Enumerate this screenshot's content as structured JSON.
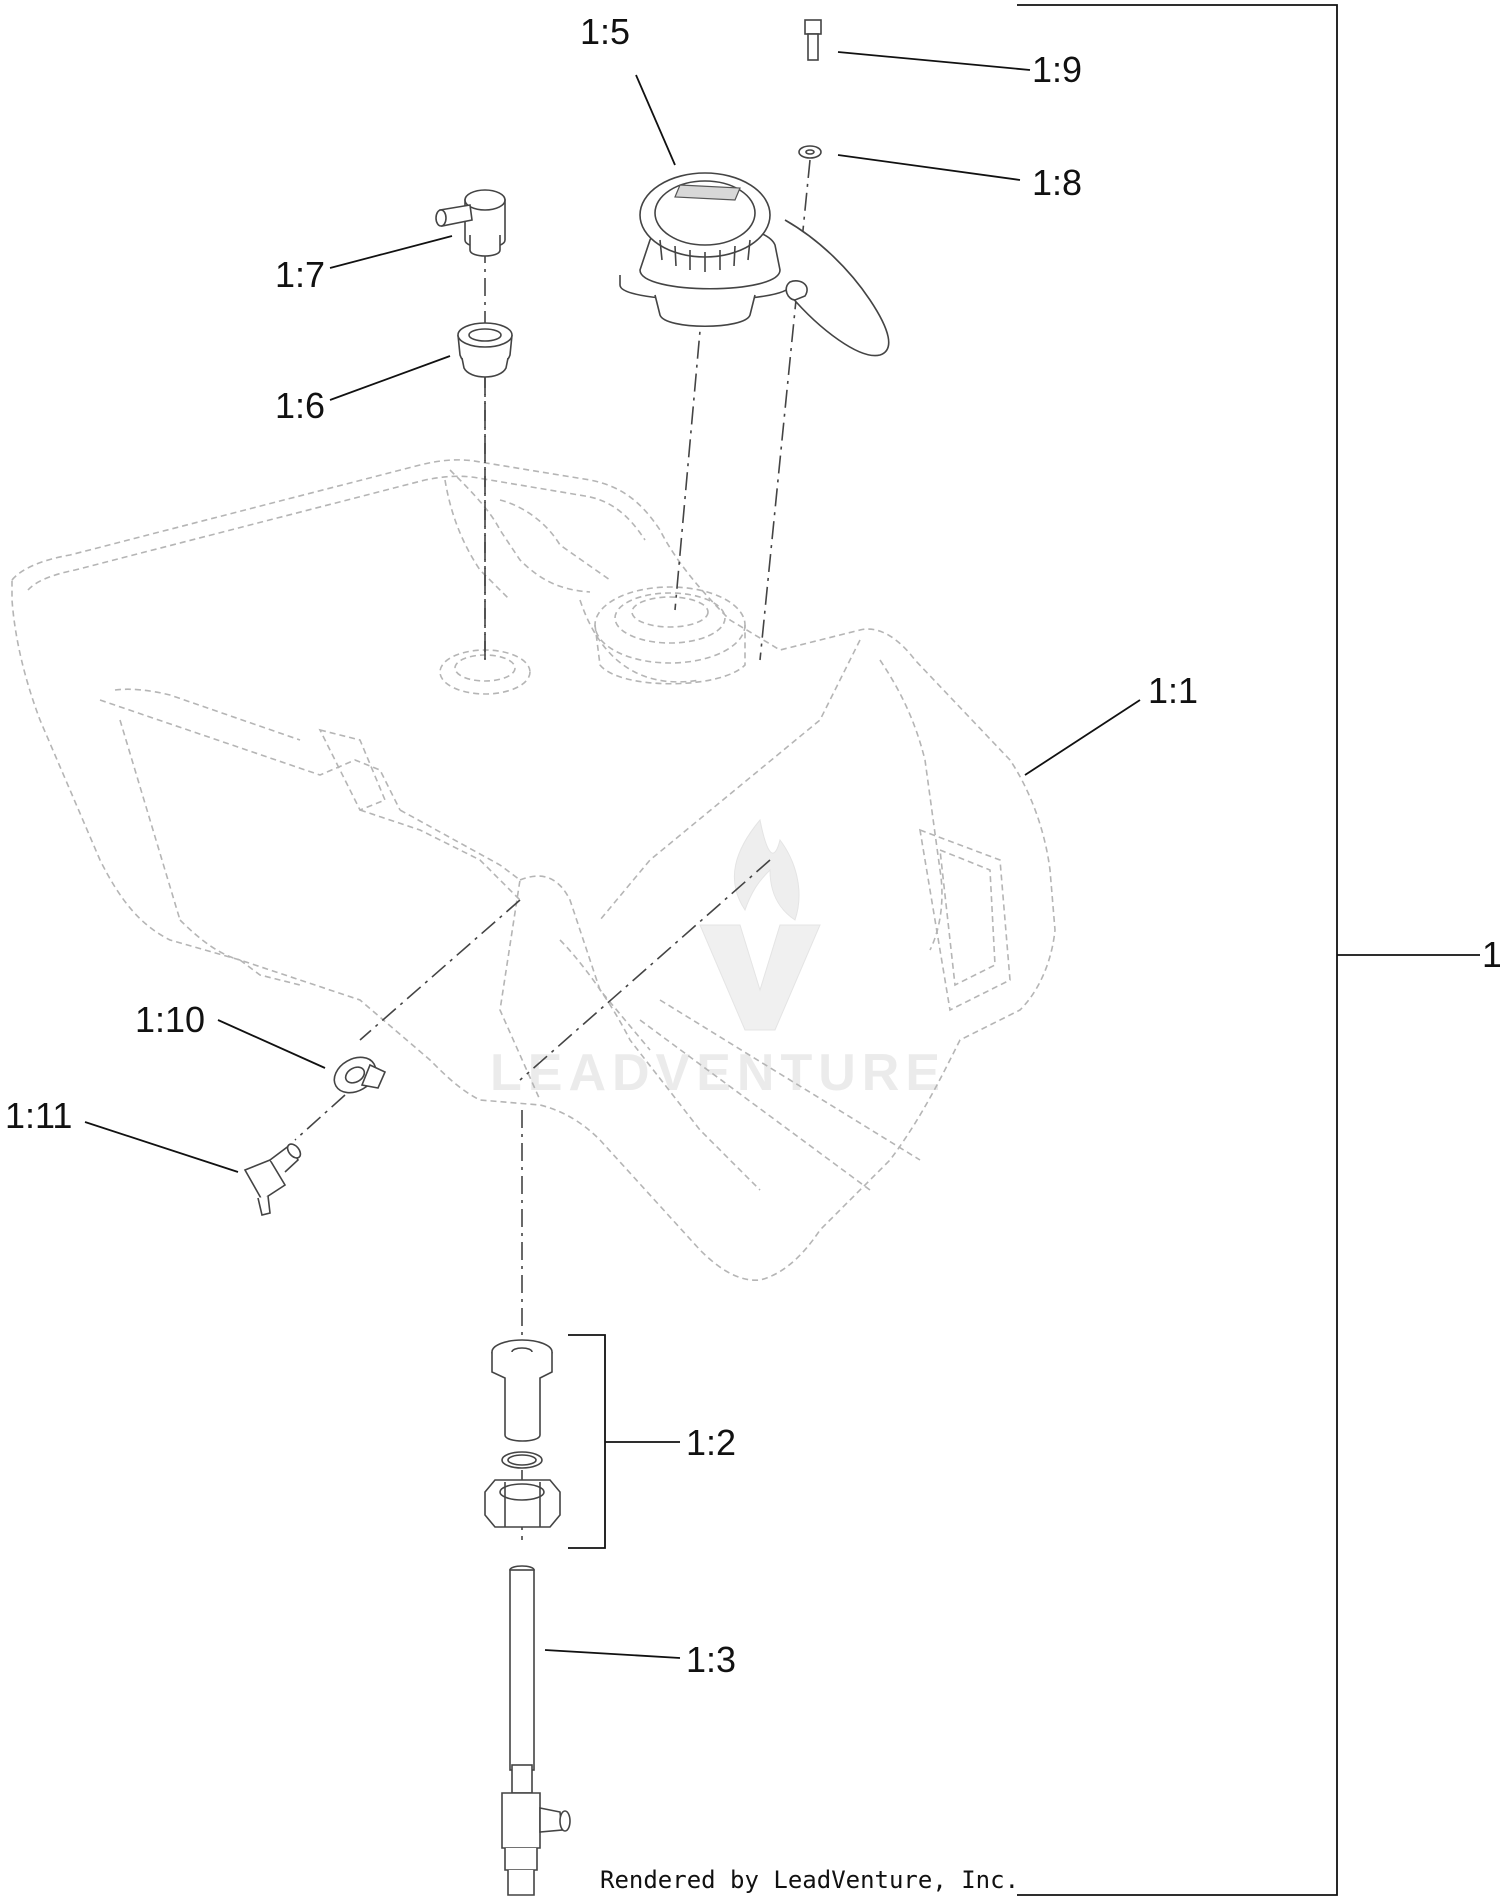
{
  "callouts": {
    "c1_1": "1:1",
    "c1_2": "1:2",
    "c1_3": "1:3",
    "c1_5": "1:5",
    "c1_6": "1:6",
    "c1_7": "1:7",
    "c1_8": "1:8",
    "c1_9": "1:9",
    "c1_10": "1:10",
    "c1_11": "1:11",
    "assembly": "1"
  },
  "watermark": "LEADVENTURE",
  "footer": {
    "credit": "Rendered by LeadVenture, Inc."
  },
  "colors": {
    "line": "#111111",
    "part_outline": "#444444",
    "phantom": "#b5b5b5",
    "watermark": "#e9e9e9"
  }
}
